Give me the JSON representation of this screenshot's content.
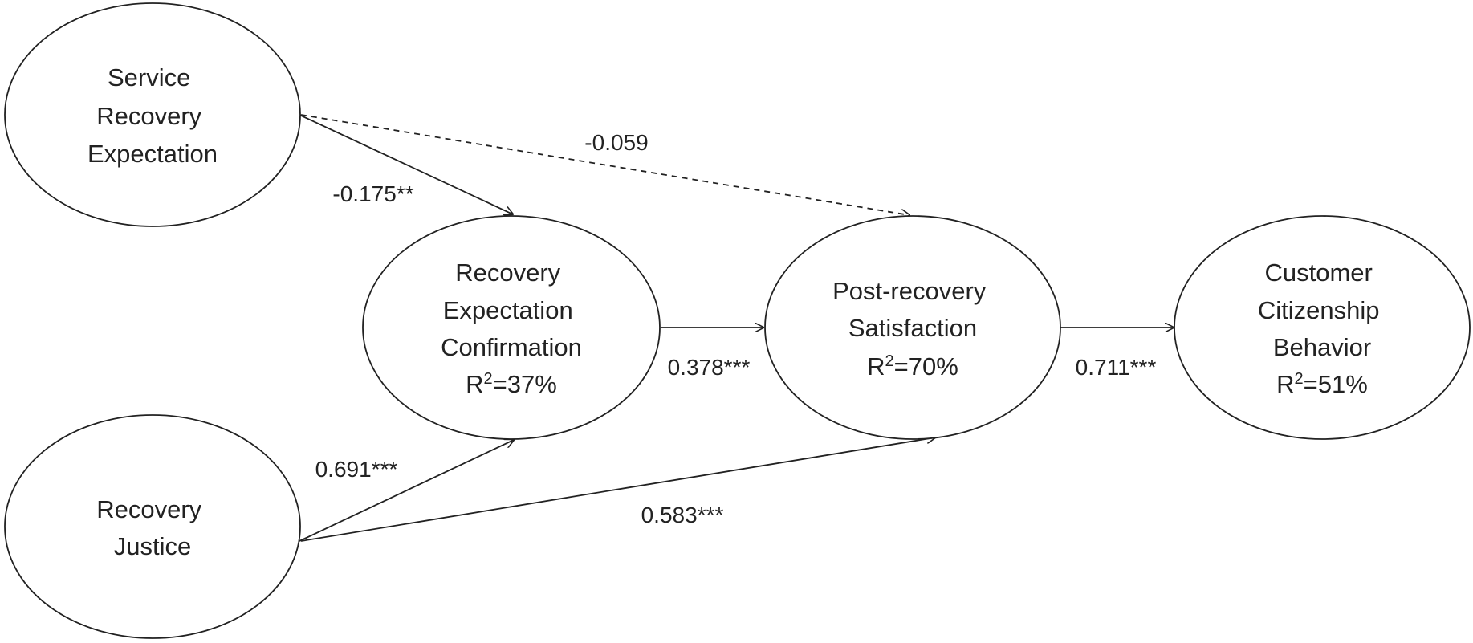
{
  "nodes": {
    "sre": {
      "lines": [
        "Service",
        "Recovery",
        "Expectation"
      ]
    },
    "rec": {
      "lines": [
        "Recovery",
        "Expectation",
        "Confirmation"
      ],
      "r2_prefix": "R",
      "r2_sup": "2",
      "r2_value": "=37%"
    },
    "prs": {
      "lines": [
        "Post-recovery",
        "Satisfaction"
      ],
      "r2_prefix": "R",
      "r2_sup": "2",
      "r2_value": "=70%"
    },
    "ccb": {
      "lines": [
        "Customer",
        "Citizenship",
        "Behavior"
      ],
      "r2_prefix": "R",
      "r2_sup": "2",
      "r2_value": "=51%"
    },
    "rj": {
      "lines": [
        "Recovery",
        "Justice"
      ]
    }
  },
  "paths": {
    "sre_rec": {
      "coefficient": "-0.175**",
      "style": "solid"
    },
    "sre_prs": {
      "coefficient": "-0.059",
      "style": "dashed"
    },
    "rec_prs": {
      "coefficient": "0.378***",
      "style": "solid"
    },
    "prs_ccb": {
      "coefficient": "0.711***",
      "style": "solid"
    },
    "rj_rec": {
      "coefficient": "0.691***",
      "style": "solid"
    },
    "rj_prs": {
      "coefficient": "0.583***",
      "style": "solid"
    }
  },
  "colors": {
    "stroke": "#222222",
    "text": "#222222",
    "background": "#ffffff"
  }
}
